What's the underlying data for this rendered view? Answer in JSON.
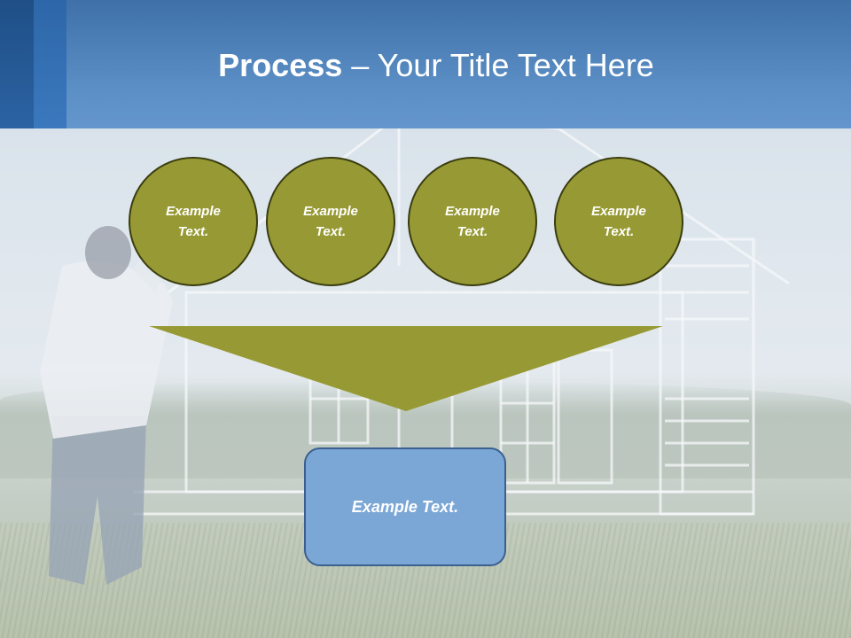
{
  "slide": {
    "title_bold": "Process",
    "title_rest": " – Your Title Text Here",
    "circles": [
      {
        "line1": "Example",
        "line2": "Text."
      },
      {
        "line1": "Example",
        "line2": "Text."
      },
      {
        "line1": "Example",
        "line2": "Text."
      },
      {
        "line1": "Example",
        "line2": "Text."
      }
    ],
    "result_text": "Example Text."
  },
  "colors": {
    "header_blue": "#5b8fc6",
    "circle_olive": "#979a34",
    "funnel_olive": "#979a34",
    "box_blue": "#7ba7d6"
  }
}
